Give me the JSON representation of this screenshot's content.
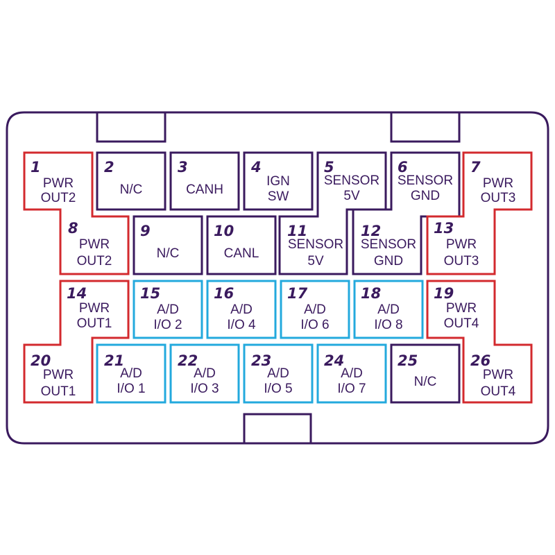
{
  "colors": {
    "outline": "#3a1a5e",
    "power": "#d32a2e",
    "analog": "#23a9dd",
    "text": "#3a1a5e",
    "background": "#ffffff"
  },
  "pins": [
    {
      "num": "1",
      "lines": [
        "PWR",
        "OUT2"
      ],
      "group": "power"
    },
    {
      "num": "2",
      "lines": [
        "N/C"
      ],
      "group": "outline"
    },
    {
      "num": "3",
      "lines": [
        "CANH"
      ],
      "group": "outline"
    },
    {
      "num": "4",
      "lines": [
        "IGN",
        "SW"
      ],
      "group": "outline"
    },
    {
      "num": "5",
      "lines": [
        "SENSOR",
        "5V"
      ],
      "group": "outline"
    },
    {
      "num": "6",
      "lines": [
        "SENSOR",
        "GND"
      ],
      "group": "outline"
    },
    {
      "num": "7",
      "lines": [
        "PWR",
        "OUT3"
      ],
      "group": "power"
    },
    {
      "num": "8",
      "lines": [
        "PWR",
        "OUT2"
      ],
      "group": "power"
    },
    {
      "num": "9",
      "lines": [
        "N/C"
      ],
      "group": "outline"
    },
    {
      "num": "10",
      "lines": [
        "CANL"
      ],
      "group": "outline"
    },
    {
      "num": "11",
      "lines": [
        "SENSOR",
        "5V"
      ],
      "group": "outline"
    },
    {
      "num": "12",
      "lines": [
        "SENSOR",
        "GND"
      ],
      "group": "outline"
    },
    {
      "num": "13",
      "lines": [
        "PWR",
        "OUT3"
      ],
      "group": "power"
    },
    {
      "num": "14",
      "lines": [
        "PWR",
        "OUT1"
      ],
      "group": "power"
    },
    {
      "num": "15",
      "lines": [
        "A/D",
        "I/O 2"
      ],
      "group": "analog"
    },
    {
      "num": "16",
      "lines": [
        "A/D",
        "I/O 4"
      ],
      "group": "analog"
    },
    {
      "num": "17",
      "lines": [
        "A/D",
        "I/O 6"
      ],
      "group": "analog"
    },
    {
      "num": "18",
      "lines": [
        "A/D",
        "I/O 8"
      ],
      "group": "analog"
    },
    {
      "num": "19",
      "lines": [
        "PWR",
        "OUT4"
      ],
      "group": "power"
    },
    {
      "num": "20",
      "lines": [
        "PWR",
        "OUT1"
      ],
      "group": "power"
    },
    {
      "num": "21",
      "lines": [
        "A/D",
        "I/O 1"
      ],
      "group": "analog"
    },
    {
      "num": "22",
      "lines": [
        "A/D",
        "I/O 3"
      ],
      "group": "analog"
    },
    {
      "num": "23",
      "lines": [
        "A/D",
        "I/O 5"
      ],
      "group": "analog"
    },
    {
      "num": "24",
      "lines": [
        "A/D",
        "I/O 7"
      ],
      "group": "analog"
    },
    {
      "num": "25",
      "lines": [
        "N/C"
      ],
      "group": "outline"
    },
    {
      "num": "26",
      "lines": [
        "PWR",
        "OUT4"
      ],
      "group": "power"
    }
  ]
}
